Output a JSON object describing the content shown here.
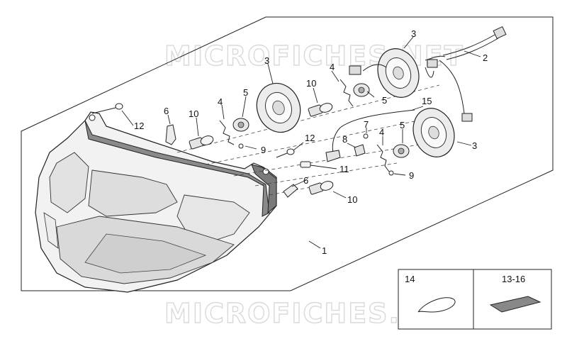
{
  "watermark": {
    "text_top": "MICROFICHES.NET",
    "text_bottom": "MICROFICHES.NET"
  },
  "callouts": {
    "c1": "1",
    "c2": "2",
    "c3a": "3",
    "c3b": "3",
    "c3c": "3",
    "c4a": "4",
    "c4b": "4",
    "c4c": "4",
    "c5a": "5",
    "c5b": "5",
    "c5c": "5",
    "c6a": "6",
    "c6b": "6",
    "c7": "7",
    "c8": "8",
    "c9a": "9",
    "c9b": "9",
    "c10a": "10",
    "c10b": "10",
    "c10c": "10",
    "c11": "11",
    "c12a": "12",
    "c12b": "12",
    "c15": "15"
  },
  "kit_box": {
    "left_label": "14",
    "right_label": "13-16"
  },
  "colors": {
    "line": "#222222",
    "housing_fill": "#f0f0f0",
    "lens_fill": "#dcdcdc",
    "bracket_fill": "#8a8a8a"
  }
}
